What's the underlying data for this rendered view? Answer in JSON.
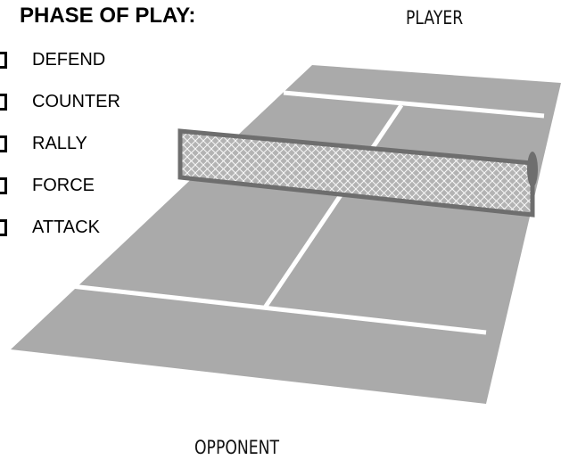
{
  "phase_panel": {
    "title": "PHASE OF PLAY:",
    "options": [
      {
        "label": "DEFEND",
        "checked": false
      },
      {
        "label": "COUNTER",
        "checked": false
      },
      {
        "label": "RALLY",
        "checked": false
      },
      {
        "label": "FORCE",
        "checked": false
      },
      {
        "label": "ATTACK",
        "checked": false
      }
    ]
  },
  "court": {
    "player_label": "PLAYER",
    "opponent_label": "OPPONENT",
    "colors": {
      "court": "#aaaaaa",
      "lines": "#ffffff",
      "net_frame": "#6e6e6e",
      "net_mesh": "#ffffff"
    }
  }
}
